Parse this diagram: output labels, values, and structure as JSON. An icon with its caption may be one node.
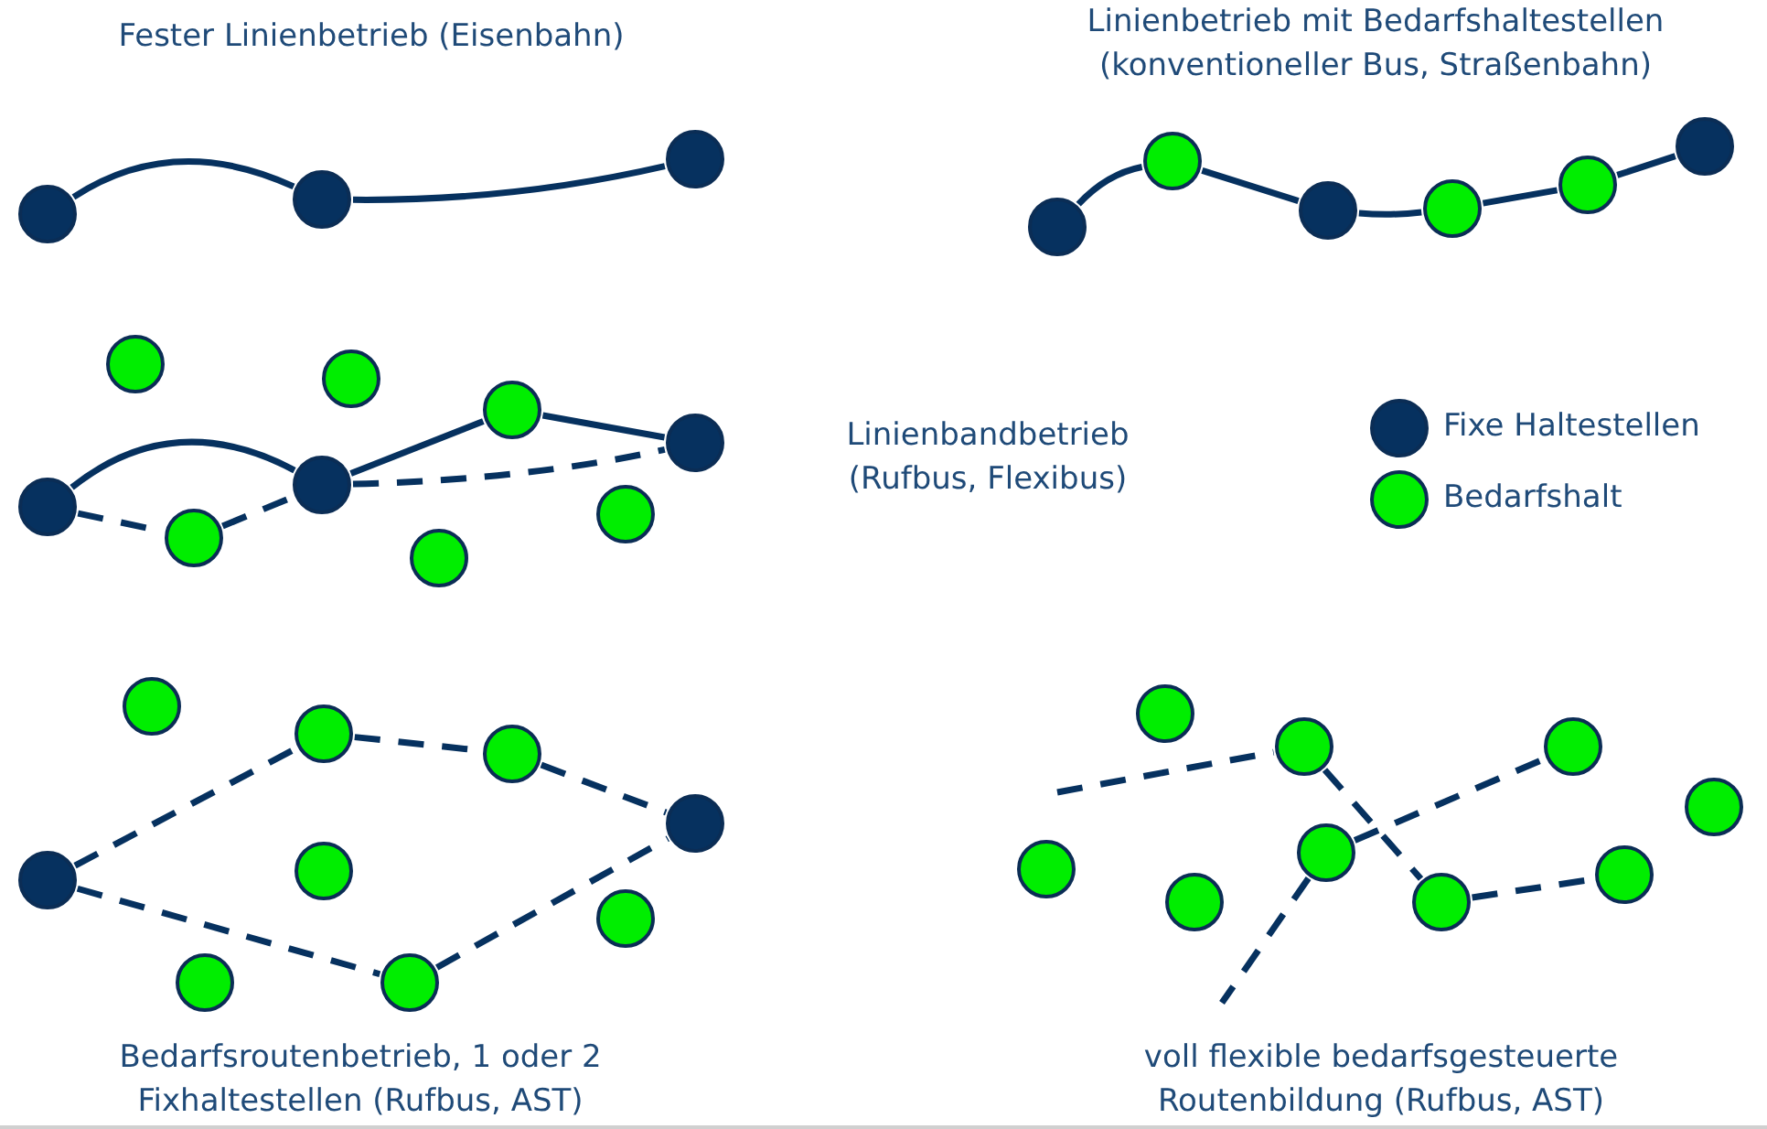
{
  "diagram": {
    "nodes": [
      {
        "text": [],
        "shape": "dot"
      },
      {
        "text": [],
        "shape": "dot"
      },
      {
        "text": [],
        "shape": "dot"
      },
      {
        "text": [],
        "shape": "dot"
      },
      {
        "text": [],
        "shape": "circle"
      },
      {
        "text": [],
        "shape": "dot"
      },
      {
        "text": [],
        "shape": "circle"
      },
      {
        "text": [],
        "shape": "circle"
      },
      {
        "text": [],
        "shape": "dot"
      },
      {
        "text": [],
        "shape": "circle"
      },
      {
        "text": [],
        "shape": "circle"
      },
      {
        "text": [],
        "shape": "dot"
      },
      {
        "text": [],
        "shape": "circle"
      },
      {
        "text": [],
        "shape": "dot"
      },
      {
        "text": [],
        "shape": "circle"
      },
      {
        "text": [],
        "shape": "circle"
      },
      {
        "text": [],
        "shape": "dot"
      },
      {
        "text": [],
        "shape": "circle"
      },
      {
        "text": [],
        "shape": "circle"
      },
      {
        "text": [],
        "shape": "circle"
      },
      {
        "text": [],
        "shape": "circle"
      },
      {
        "text": [],
        "shape": "dot"
      },
      {
        "text": [],
        "shape": "circle"
      },
      {
        "text": [],
        "shape": "dot"
      },
      {
        "text": [],
        "shape": "circle"
      },
      {
        "text": [],
        "shape": "circle"
      },
      {
        "text": [],
        "shape": "circle"
      },
      {
        "text": [],
        "shape": "circle"
      },
      {
        "text": [],
        "shape": "circle"
      },
      {
        "text": [],
        "shape": "circle"
      },
      {
        "text": [],
        "shape": "circle"
      },
      {
        "text": [],
        "shape": "circle"
      },
      {
        "text": [],
        "shape": "circle"
      },
      {
        "text": [],
        "shape": "circle"
      },
      {
        "text": [],
        "shape": "circle"
      },
      {
        "text": [],
        "shape": "circle"
      }
    ],
    "edges": [
      {
        "from": 0,
        "to": 1,
        "arrow": "none"
      },
      {
        "from": 1,
        "to": 2,
        "arrow": "none"
      },
      {
        "from": 3,
        "to": 4,
        "arrow": "none"
      },
      {
        "from": 4,
        "to": 5,
        "arrow": "none"
      },
      {
        "from": 5,
        "to": 6,
        "arrow": "none"
      },
      {
        "from": 6,
        "to": 7,
        "arrow": "none"
      },
      {
        "from": 7,
        "to": 8,
        "arrow": "none"
      },
      {
        "from": 11,
        "to": 13,
        "arrow": "none"
      },
      {
        "from": 13,
        "to": 14,
        "arrow": "none"
      },
      {
        "from": 14,
        "to": 16,
        "arrow": "none"
      },
      {
        "from": 11,
        "to": 12,
        "arrow": "none",
        "style": "dashed"
      },
      {
        "from": 12,
        "to": 13,
        "arrow": "none",
        "style": "dashed"
      },
      {
        "from": 13,
        "to": 16,
        "arrow": "none",
        "style": "dashed"
      },
      {
        "from": 21,
        "to": 19,
        "arrow": "none",
        "style": "dashed"
      },
      {
        "from": 19,
        "to": 20,
        "arrow": "none",
        "style": "dashed"
      },
      {
        "from": 20,
        "to": 23,
        "arrow": "none",
        "style": "dashed"
      },
      {
        "from": 21,
        "to": 26,
        "arrow": "none",
        "style": "dashed"
      },
      {
        "from": 26,
        "to": 23,
        "arrow": "none",
        "style": "dashed"
      },
      {
        "from": null,
        "to": 28,
        "arrow": "none",
        "style": "dashed"
      },
      {
        "from": 28,
        "to": 34,
        "arrow": "none",
        "style": "dashed"
      },
      {
        "from": 31,
        "to": 32,
        "arrow": "none",
        "style": "dashed"
      },
      {
        "from": 34,
        "to": 35,
        "arrow": "none",
        "style": "dashed"
      },
      {
        "from": 31,
        "to": null,
        "arrow": "none",
        "style": "dashed"
      }
    ],
    "labels": [
      "Fester Linienbetrieb (Eisenbahn)",
      "Linienbetrieb mit Bedarfshaltestellen (konventioneller Bus, Straßenbahn)",
      "Linienbandbetrieb (Rufbus, Flexibus)",
      "Bedarfsroutenbetrieb, 1 oder 2 Fixhaltestellen (Rufbus, AST)",
      "voll flexible bedarfsgesteuerte Routenbildung (Rufbus, AST)"
    ],
    "legend": [
      {
        "text": "Fixe Haltestellen",
        "color": "#06315f"
      },
      {
        "text": "Bedarfshalt",
        "color": "#00ee00"
      }
    ]
  }
}
